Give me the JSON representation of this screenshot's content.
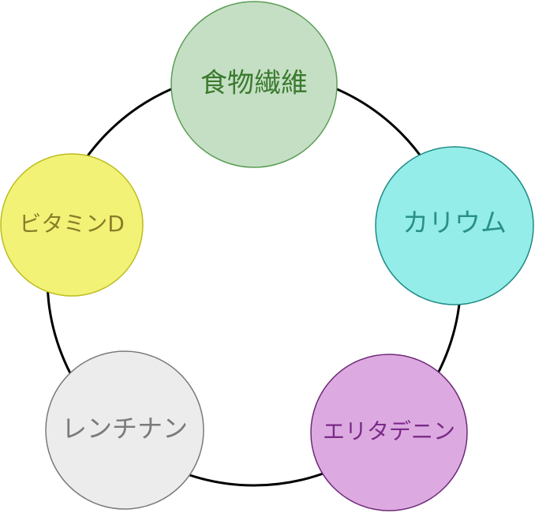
{
  "nodes": [
    {
      "label": "食物繊維",
      "fill": "#c5dfc4",
      "stroke": "#5a9e56",
      "text_color": "#3a7a2e"
    },
    {
      "label": "カリウム",
      "fill": "#94ede8",
      "stroke": "#1f8a86",
      "text_color": "#2a8f8a"
    },
    {
      "label": "エリタデニン",
      "fill": "#dcaae0",
      "stroke": "#6e2a78",
      "text_color": "#7a2a88"
    },
    {
      "label": "レンチナン",
      "fill": "#ececec",
      "stroke": "#7a7a7a",
      "text_color": "#7a7a7a"
    },
    {
      "label": "ビタミンD",
      "fill": "#f2f277",
      "stroke": "#bcbc1e",
      "text_color": "#8a7d28"
    }
  ],
  "ring_color": "#000000"
}
